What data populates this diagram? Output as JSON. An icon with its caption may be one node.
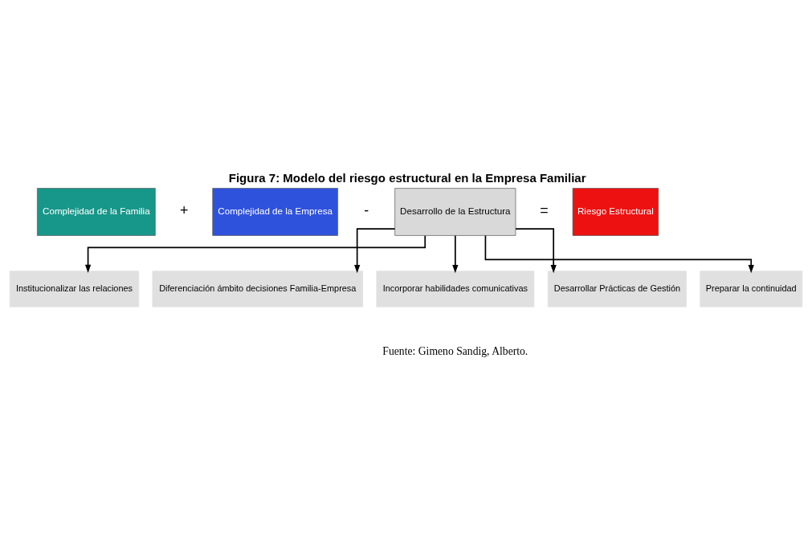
{
  "diagram": {
    "title": "Figura 7: Modelo del riesgo estructural en la Empresa Familiar",
    "caption": "Fuente: Gimeno Sandig, Alberto.",
    "nodes": [
      {
        "text": [
          "Complejidad de la Familia"
        ]
      },
      {
        "text": [
          "Complejidad de la Empresa"
        ]
      },
      {
        "text": [
          "Desarrollo de la Estructura"
        ]
      },
      {
        "text": [
          "Riesgo Estructural"
        ]
      },
      {
        "text": [
          "Institucionalizar las relaciones"
        ]
      },
      {
        "text": [
          "Diferenciación ámbito decisiones Familia-Empresa"
        ]
      },
      {
        "text": [
          "Incorporar habilidades comunicativas"
        ]
      },
      {
        "text": [
          "Desarrollar Prácticas de Gestión"
        ]
      },
      {
        "text": [
          "Preparar la continuidad"
        ]
      }
    ],
    "edges": [
      {
        "from": 2,
        "to": 4,
        "arrow": "to"
      },
      {
        "from": 2,
        "to": 5,
        "arrow": "to"
      },
      {
        "from": 2,
        "to": 6,
        "arrow": "to"
      },
      {
        "from": 2,
        "to": 7,
        "arrow": "to"
      },
      {
        "from": 2,
        "to": 8,
        "arrow": "to"
      }
    ],
    "labels": [
      "+",
      "-",
      "="
    ]
  }
}
